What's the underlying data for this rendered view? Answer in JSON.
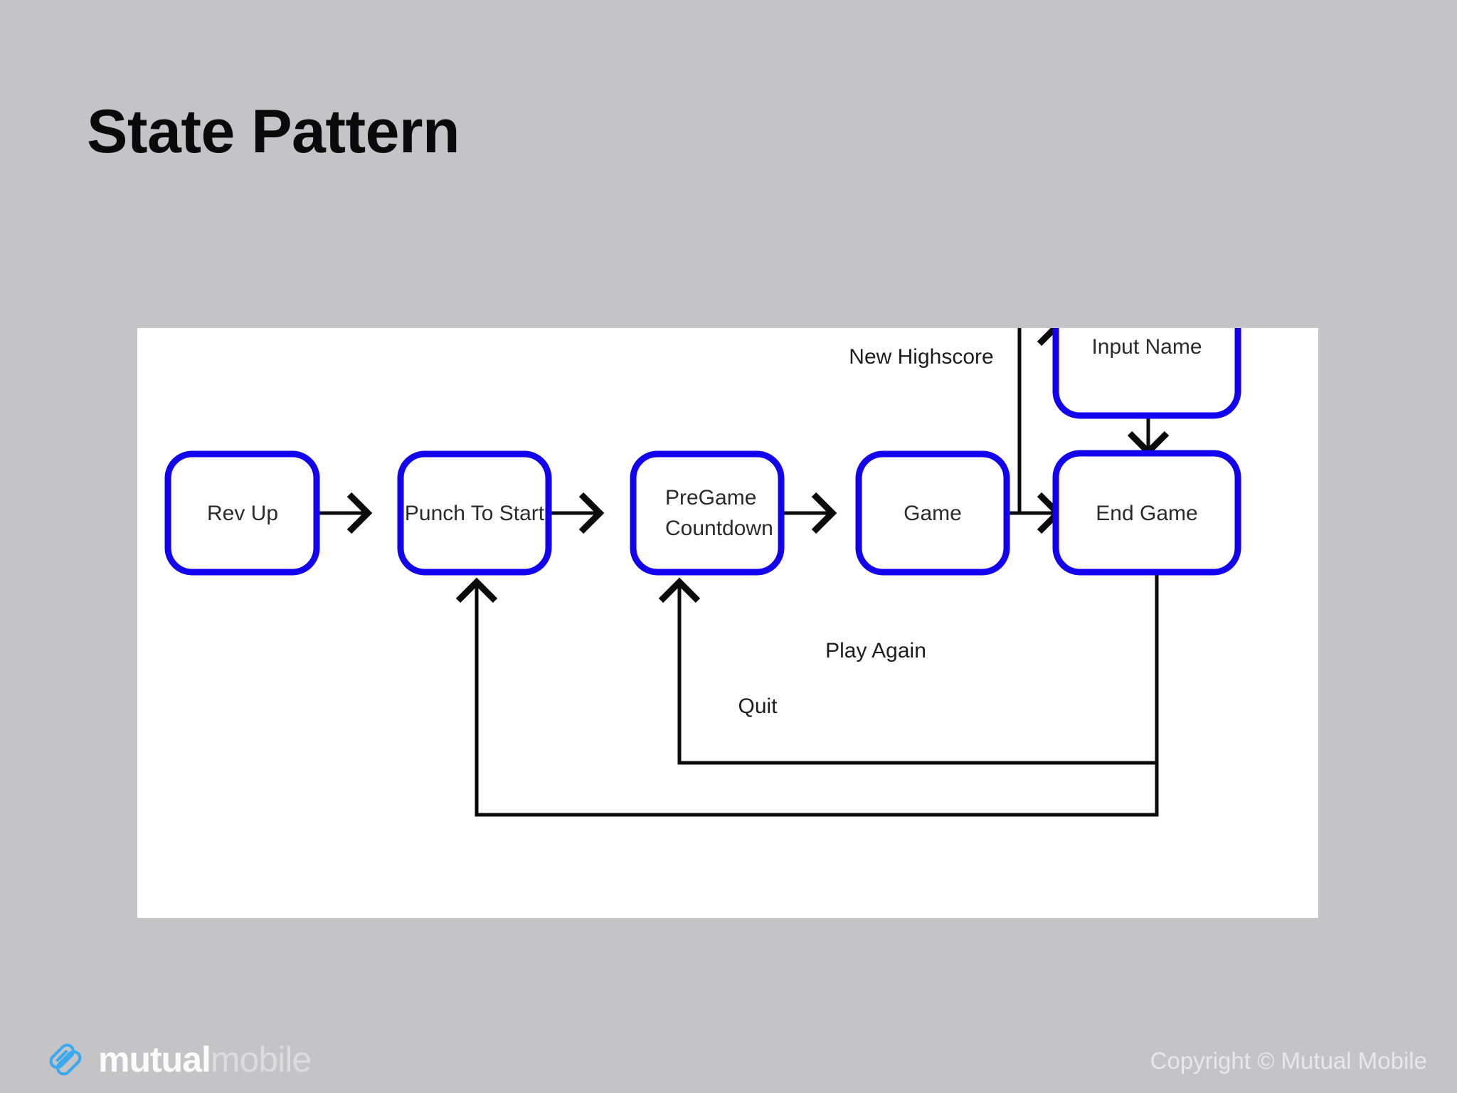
{
  "slide": {
    "title": "State Pattern",
    "background_color": "#c4c4c6"
  },
  "diagram": {
    "panel_background": "#ffffff",
    "node_border_color": "#1400f0",
    "edge_color": "#0b0b0b",
    "nodes": [
      {
        "id": "rev-up",
        "label": "Rev Up"
      },
      {
        "id": "punch-to-start",
        "label": "Punch To Start"
      },
      {
        "id": "pregame-countdown",
        "label_line1": "PreGame",
        "label_line2": "Countdown"
      },
      {
        "id": "game",
        "label": "Game"
      },
      {
        "id": "input-name",
        "label": "Input Name"
      },
      {
        "id": "end-game",
        "label": "End Game"
      }
    ],
    "edge_labels": {
      "new_highscore": "New Highscore",
      "play_again": "Play Again",
      "quit": "Quit"
    }
  },
  "chart_data": {
    "type": "diagram",
    "title": "State Pattern",
    "states": [
      "Rev Up",
      "Punch To Start",
      "PreGame Countdown",
      "Game",
      "Input Name",
      "End Game"
    ],
    "transitions": [
      {
        "from": "Rev Up",
        "to": "Punch To Start",
        "label": ""
      },
      {
        "from": "Punch To Start",
        "to": "PreGame Countdown",
        "label": ""
      },
      {
        "from": "PreGame Countdown",
        "to": "Game",
        "label": ""
      },
      {
        "from": "Game",
        "to": "End Game",
        "label": ""
      },
      {
        "from": "Game",
        "to": "Input Name",
        "label": "New Highscore"
      },
      {
        "from": "Input Name",
        "to": "End Game",
        "label": ""
      },
      {
        "from": "End Game",
        "to": "PreGame Countdown",
        "label": "Play Again"
      },
      {
        "from": "End Game",
        "to": "Punch To Start",
        "label": "Quit"
      }
    ]
  },
  "footer": {
    "logo_word_1": "mutual",
    "logo_word_2": "mobile",
    "copyright": "Copyright © Mutual Mobile"
  }
}
